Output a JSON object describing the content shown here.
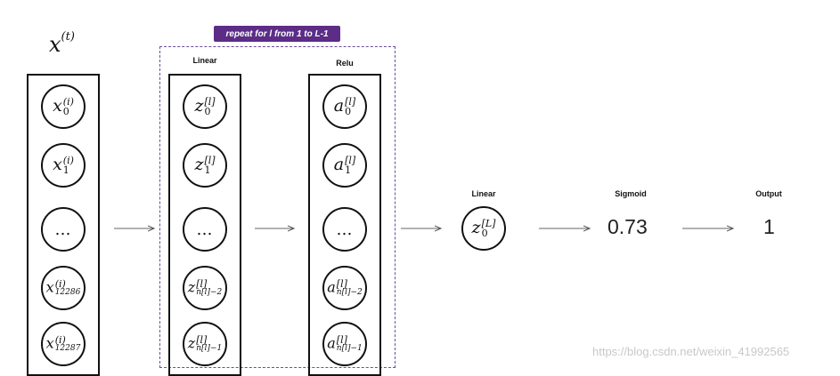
{
  "input_title": {
    "base": "x",
    "sup": "(t)"
  },
  "banner": "repeat for l from 1 to L-1",
  "headers": {
    "linear": "Linear",
    "relu": "Relu",
    "linear_out": "Linear",
    "sigmoid": "Sigmoid",
    "output": "Output"
  },
  "input_nodes": [
    {
      "base": "x",
      "sup": "(i)",
      "sub": "0"
    },
    {
      "base": "x",
      "sup": "(i)",
      "sub": "1"
    },
    {
      "dots": "…"
    },
    {
      "base": "x",
      "sup": "(i)",
      "sub": "12286"
    },
    {
      "base": "x",
      "sup": "(i)",
      "sub": "12287"
    }
  ],
  "linear_nodes": [
    {
      "base": "z",
      "sup": "[l]",
      "sub": "0"
    },
    {
      "base": "z",
      "sup": "[l]",
      "sub": "1"
    },
    {
      "dots": "…"
    },
    {
      "base": "z",
      "sup": "[l]",
      "sub": "n[l]−2"
    },
    {
      "base": "z",
      "sup": "[l]",
      "sub": "n[l]−1"
    }
  ],
  "relu_nodes": [
    {
      "base": "a",
      "sup": "[l]",
      "sub": "0"
    },
    {
      "base": "a",
      "sup": "[l]",
      "sub": "1"
    },
    {
      "dots": "…"
    },
    {
      "base": "a",
      "sup": "[l]",
      "sub": "n[l]−2"
    },
    {
      "base": "a",
      "sup": "[l]",
      "sub": "n[l]−1"
    }
  ],
  "final_node": {
    "base": "z",
    "sup": "[L]",
    "sub": "0"
  },
  "sigmoid_value": "0.73",
  "output_value": "1",
  "watermark": "https://blog.csdn.net/weixin_41992565"
}
